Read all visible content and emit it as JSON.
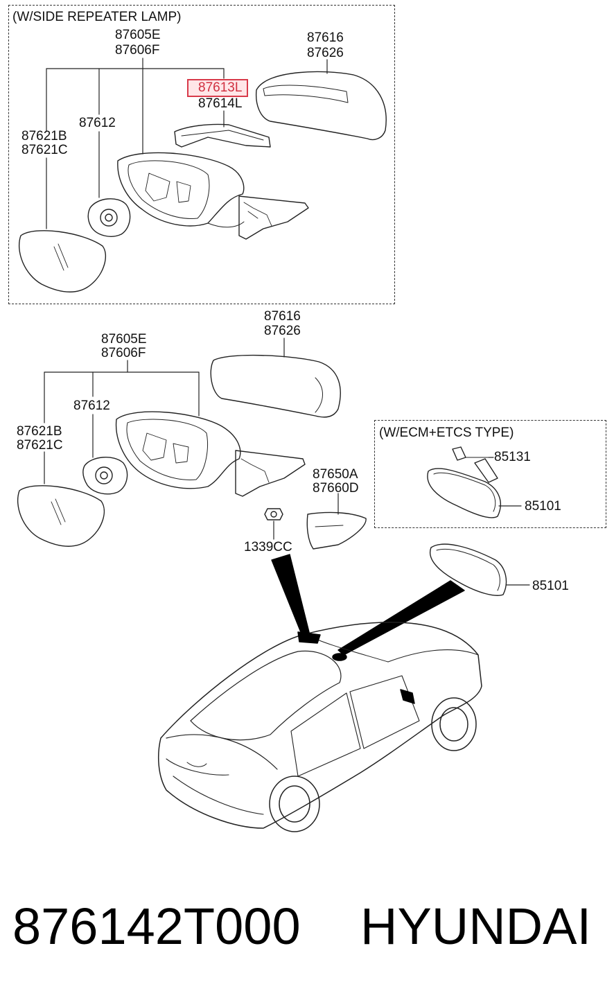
{
  "groups": {
    "repeater_title": "(W/SIDE REPEATER LAMP)",
    "ecm_title": "(W/ECM+ETCS TYPE)"
  },
  "labels": {
    "g1_87605E": "87605E",
    "g1_87606F": "87606F",
    "g1_87616": "87616",
    "g1_87626": "87626",
    "g1_87613L": "87613L",
    "g1_87614L": "87614L",
    "g1_87612": "87612",
    "g1_87621B": "87621B",
    "g1_87621C": "87621C",
    "g2_87616": "87616",
    "g2_87626": "87626",
    "g2_87605E": "87605E",
    "g2_87606F": "87606F",
    "g2_87612": "87612",
    "g2_87621B": "87621B",
    "g2_87621C": "87621C",
    "g2_87650A": "87650A",
    "g2_87660D": "87660D",
    "g2_1339CC": "1339CC",
    "ecm_85131": "85131",
    "ecm_85101": "85101",
    "main_85101": "85101"
  },
  "highlight": {
    "color": "#d83a4a"
  },
  "footer": {
    "part_number": "876142T000",
    "brand": "HYUNDAI"
  }
}
